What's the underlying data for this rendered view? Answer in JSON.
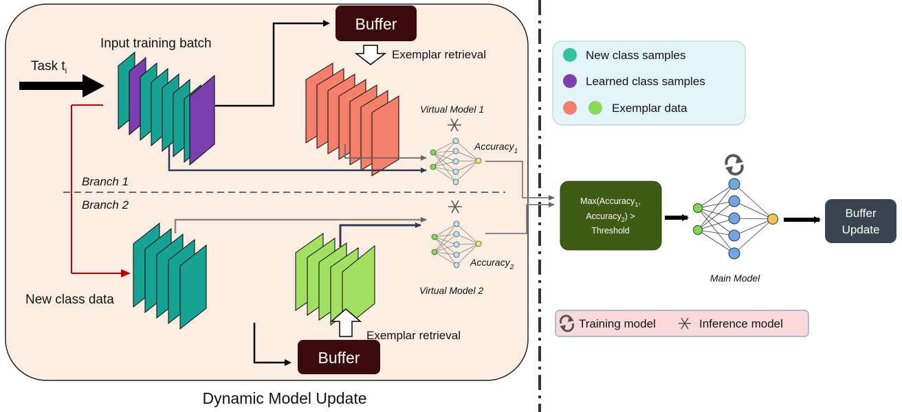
{
  "left_panel": {
    "title": "Dynamic Model Update",
    "task_label": "Task t",
    "task_sub": "i",
    "input_batch_label": "Input training batch",
    "buffer_top": "Buffer",
    "buffer_bottom": "Buffer",
    "exemplar_retrieval_top": "Exemplar retrieval",
    "exemplar_retrieval_bottom": "Exemplar retrieval",
    "virtual_model_1": "Virtual Model 1",
    "virtual_model_2": "Virtual Model 2",
    "accuracy_1": "Accuracy",
    "accuracy_1_sub": "1",
    "accuracy_2": "Accuracy",
    "accuracy_2_sub": "2",
    "branch_1": "Branch 1",
    "branch_2": "Branch 2",
    "new_class_data": "New class data"
  },
  "legend": {
    "new_class": "New class samples",
    "learned_class": "Learned class samples",
    "exemplar": "Exemplar data"
  },
  "decision": {
    "line1_a": "Max(Accuracy",
    "line1_sub": "1",
    "line1_b": ",",
    "line2_a": "Accuracy",
    "line2_sub": "2",
    "line2_b": ") >",
    "line3": "Threshold"
  },
  "main_model_label": "Main Model",
  "buffer_update": {
    "line1": "Buffer",
    "line2": "Update"
  },
  "model_legend": {
    "training": "Training model",
    "inference": "Inference model"
  },
  "colors": {
    "panel_bg": "#fdeee4",
    "teal": "#16a394",
    "purple": "#7b3fb0",
    "salmon": "#f4806c",
    "green": "#a2e062",
    "buffer_bg": "#3a0a0c",
    "decision_bg": "#3e5c14",
    "buffer_update_bg": "#3a4450",
    "legend_bg": "#e4f5f9",
    "model_legend_bg": "#f9d9d9",
    "node_blue": "#6ea6e8",
    "node_green": "#7ed957",
    "node_yellow": "#f2c14e",
    "red_line": "#c00000"
  }
}
